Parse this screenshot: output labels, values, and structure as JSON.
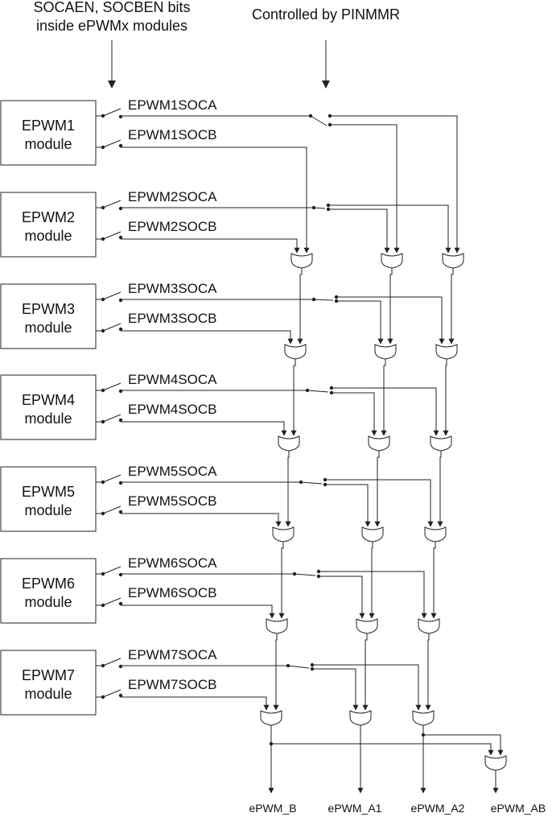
{
  "headers": {
    "left_line1": "SOCAEN, SOCBEN bits",
    "left_line2": "inside ePWMx modules",
    "right": "Controlled by PINMMR"
  },
  "modules": [
    {
      "line1": "EPWM1",
      "line2": "module",
      "soca": "EPWM1SOCA",
      "socb": "EPWM1SOCB"
    },
    {
      "line1": "EPWM2",
      "line2": "module",
      "soca": "EPWM2SOCA",
      "socb": "EPWM2SOCB"
    },
    {
      "line1": "EPWM3",
      "line2": "module",
      "soca": "EPWM3SOCA",
      "socb": "EPWM3SOCB"
    },
    {
      "line1": "EPWM4",
      "line2": "module",
      "soca": "EPWM4SOCA",
      "socb": "EPWM4SOCB"
    },
    {
      "line1": "EPWM5",
      "line2": "module",
      "soca": "EPWM5SOCA",
      "socb": "EPWM5SOCB"
    },
    {
      "line1": "EPWM6",
      "line2": "module",
      "soca": "EPWM6SOCA",
      "socb": "EPWM6SOCB"
    },
    {
      "line1": "EPWM7",
      "line2": "module",
      "soca": "EPWM7SOCA",
      "socb": "EPWM7SOCB"
    }
  ],
  "outputs": [
    "ePWM_B",
    "ePWM_A1",
    "ePWM_A2",
    "ePWM_AB"
  ]
}
